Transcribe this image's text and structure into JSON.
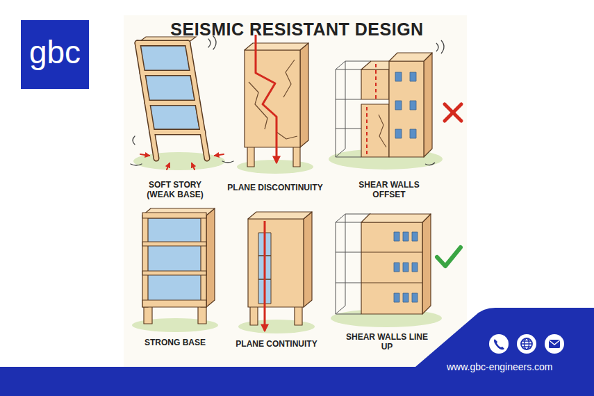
{
  "diagram": {
    "title": "SEISMIC RESISTANT DESIGN",
    "nodes": [
      {
        "text": [
          "gbc"
        ]
      },
      {
        "text": [
          "www.gbc-engineers.com"
        ]
      }
    ],
    "labels": [
      "SOFT STORY (WEAK BASE)",
      "PLANE DISCONTINUITY",
      "SHEAR WALLS OFFSET",
      "STRONG BASE",
      "PLANE CONTINUITY",
      "SHEAR WALLS LINE UP"
    ]
  }
}
